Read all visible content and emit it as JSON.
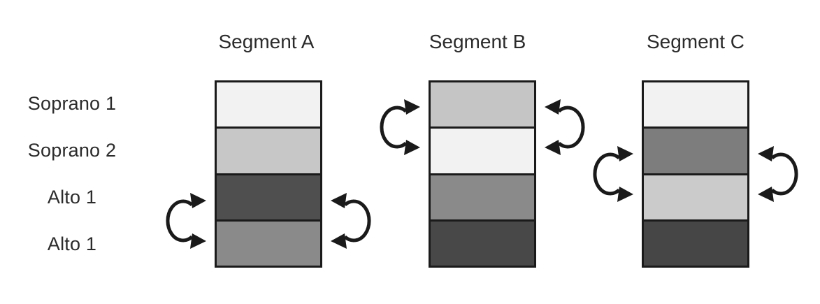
{
  "diagram": {
    "background_color": "#ffffff",
    "line_color": "#1a1a1a",
    "text_color": "#2b2b2b",
    "voice_labels": [
      "Soprano 1",
      "Soprano 2",
      "Alto 1",
      "Alto 1"
    ],
    "segments": [
      {
        "title": "Segment A",
        "rows": [
          {
            "color": "#f2f2f2"
          },
          {
            "color": "#c7c7c7"
          },
          {
            "color": "#4f4f4f"
          },
          {
            "color": "#8a8a8a"
          }
        ],
        "swap": {
          "between_rows": [
            3,
            4
          ],
          "sides": [
            "left",
            "right"
          ]
        }
      },
      {
        "title": "Segment B",
        "rows": [
          {
            "color": "#c5c5c5"
          },
          {
            "color": "#f2f2f2"
          },
          {
            "color": "#8a8a8a"
          },
          {
            "color": "#484848"
          }
        ],
        "swap": {
          "between_rows": [
            1,
            2
          ],
          "sides": [
            "left",
            "right"
          ]
        }
      },
      {
        "title": "Segment C",
        "rows": [
          {
            "color": "#f2f2f2"
          },
          {
            "color": "#7d7d7d"
          },
          {
            "color": "#cbcbcb"
          },
          {
            "color": "#464646"
          }
        ],
        "swap": {
          "between_rows": [
            2,
            3
          ],
          "sides": [
            "left",
            "right"
          ]
        }
      }
    ]
  }
}
